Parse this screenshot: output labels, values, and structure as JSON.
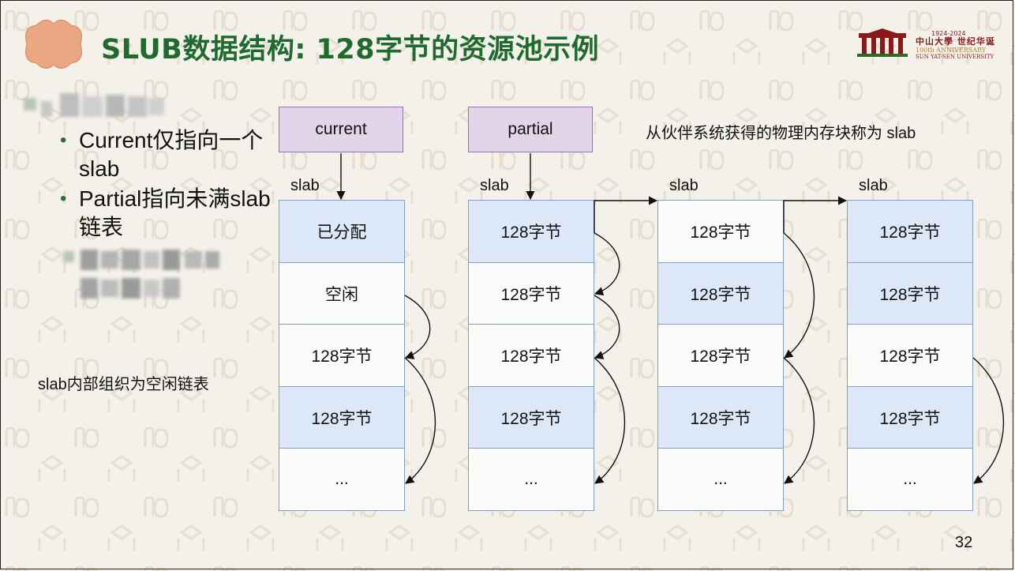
{
  "slide": {
    "title": "SLUB数据结构: 128字节的资源池示例",
    "page_number": "32",
    "logo": {
      "years": "1924-2024",
      "name_cn": "中山大學 世纪华诞",
      "anniversary": "100th ANNIVERSARY",
      "university": "SUN YAT-SEN UNIVERSITY"
    },
    "bullets": [
      "Current仅指向一个slab",
      "Partial指向未满slab链表"
    ],
    "note_left": "slab内部组织为空闲链表",
    "note_top": "从伙伴系统获得的物理内存块称为 slab",
    "pointers": {
      "current": "current",
      "partial": "partial"
    },
    "slab_label": "slab",
    "slabs": [
      {
        "cells": [
          "已分配",
          "空闲",
          "128字节",
          "128字节",
          "..."
        ]
      },
      {
        "cells": [
          "128字节",
          "128字节",
          "128字节",
          "128字节",
          "..."
        ]
      },
      {
        "cells": [
          "128字节",
          "128字节",
          "128字节",
          "128字节",
          "..."
        ]
      },
      {
        "cells": [
          "128字节",
          "128字节",
          "128字节",
          "128字节",
          "..."
        ]
      }
    ],
    "colors": {
      "title_green": "#1f6b2f",
      "pointer_fill": "#e2d5ea",
      "pointer_border": "#9a74b0",
      "cell_blue": "#dce8f8",
      "cell_border": "#7f9fc9",
      "badge_orange": "#e9a882"
    }
  }
}
